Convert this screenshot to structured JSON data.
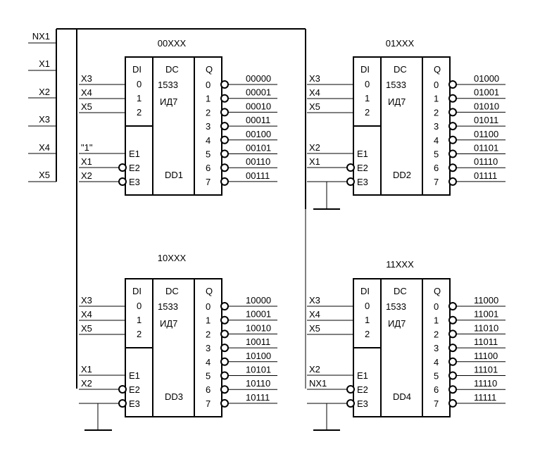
{
  "bus_inputs": [
    "NX1",
    "X1",
    "X2",
    "X3",
    "X4",
    "X5"
  ],
  "chip": {
    "di_label": "DI",
    "dc_label": "DC",
    "q_label": "Q",
    "series": "1533",
    "type": "ИД7",
    "select_pins": [
      "0",
      "1",
      "2"
    ],
    "enable_pins": [
      "E1",
      "E2",
      "E3"
    ],
    "output_pins": [
      "0",
      "1",
      "2",
      "3",
      "4",
      "5",
      "6",
      "7"
    ]
  },
  "decoders": [
    {
      "header": "00XXX",
      "designator": "DD1",
      "select_inputs": [
        "X3",
        "X4",
        "X5"
      ],
      "enable_inputs": [
        "\"1\"",
        "X1",
        "X2"
      ],
      "outputs": [
        "00000",
        "00001",
        "00010",
        "00011",
        "00100",
        "00101",
        "00110",
        "00111"
      ]
    },
    {
      "header": "01XXX",
      "designator": "DD2",
      "select_inputs": [
        "X3",
        "X4",
        "X5"
      ],
      "enable_inputs": [
        "X2",
        "X1",
        ""
      ],
      "outputs": [
        "01000",
        "01001",
        "01010",
        "01011",
        "01100",
        "01101",
        "01110",
        "01111"
      ]
    },
    {
      "header": "10XXX",
      "designator": "DD3",
      "select_inputs": [
        "X3",
        "X4",
        "X5"
      ],
      "enable_inputs": [
        "X1",
        "X2",
        ""
      ],
      "outputs": [
        "10000",
        "10001",
        "10010",
        "10011",
        "10100",
        "10101",
        "10110",
        "10111"
      ]
    },
    {
      "header": "11XXX",
      "designator": "DD4",
      "select_inputs": [
        "X3",
        "X4",
        "X5"
      ],
      "enable_inputs": [
        "X2",
        "NX1",
        ""
      ],
      "outputs": [
        "11000",
        "11001",
        "11010",
        "11011",
        "11100",
        "11101",
        "11110",
        "11111"
      ]
    }
  ]
}
